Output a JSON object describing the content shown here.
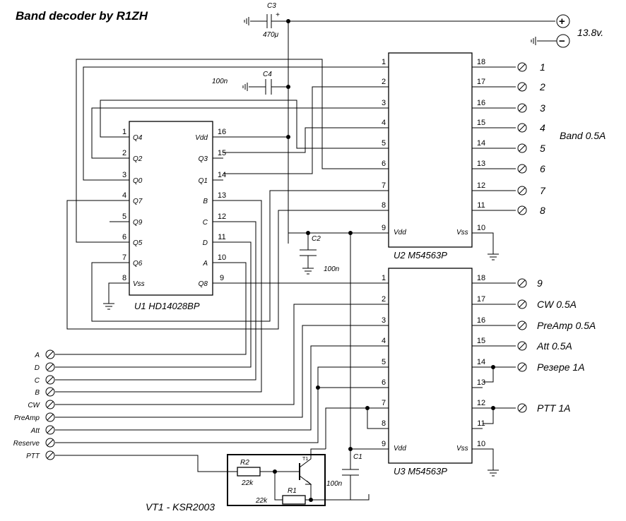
{
  "title": "Band decoder by R1ZH",
  "power": {
    "plus": "+",
    "minus": "−",
    "voltage": "13.8v."
  },
  "band_label": "Band  0.5A",
  "u1": {
    "label": "U1  HD14028BP",
    "left_pins": [
      {
        "num": "1",
        "name": "Q4"
      },
      {
        "num": "2",
        "name": "Q2"
      },
      {
        "num": "3",
        "name": "Q0"
      },
      {
        "num": "4",
        "name": "Q7"
      },
      {
        "num": "5",
        "name": "Q9"
      },
      {
        "num": "6",
        "name": "Q5"
      },
      {
        "num": "7",
        "name": "Q6"
      },
      {
        "num": "8",
        "name": "Vss"
      }
    ],
    "right_pins": [
      {
        "num": "16",
        "name": "Vdd"
      },
      {
        "num": "15",
        "name": "Q3"
      },
      {
        "num": "14",
        "name": "Q1"
      },
      {
        "num": "13",
        "name": "B"
      },
      {
        "num": "12",
        "name": "C"
      },
      {
        "num": "11",
        "name": "D"
      },
      {
        "num": "10",
        "name": "A"
      },
      {
        "num": "9",
        "name": "Q8"
      }
    ]
  },
  "u2": {
    "label": "U2  M54563P",
    "left_pins": [
      "1",
      "2",
      "3",
      "4",
      "5",
      "6",
      "7",
      "8",
      "9"
    ],
    "right_pins": [
      "18",
      "17",
      "16",
      "15",
      "14",
      "13",
      "12",
      "11",
      "10"
    ],
    "vdd": "Vdd",
    "vss": "Vss"
  },
  "u3": {
    "label": "U3  M54563P",
    "left_pins": [
      "1",
      "2",
      "3",
      "4",
      "5",
      "6",
      "7",
      "8",
      "9"
    ],
    "right_pins": [
      "18",
      "17",
      "16",
      "15",
      "14",
      "13",
      "12",
      "11",
      "10"
    ],
    "vdd": "Vdd",
    "vss": "Vss"
  },
  "band_outputs": [
    "1",
    "2",
    "3",
    "4",
    "5",
    "6",
    "7",
    "8"
  ],
  "u3_outputs": {
    "o9": "9",
    "cw": "CW 0.5A",
    "preamp": "PreAmp 0.5A",
    "att": "Att 0.5A",
    "reserve": "Резере 1A",
    "ptt": "PTT 1A"
  },
  "inputs": [
    "A",
    "D",
    "C",
    "B",
    "CW",
    "PreAmp",
    "Att",
    "Reserve",
    "PTT"
  ],
  "caps": {
    "c3": {
      "name": "C3",
      "value": "470μ",
      "polarity": "+"
    },
    "c4": {
      "name": "C4",
      "value": "100n"
    },
    "c2": {
      "name": "C2",
      "value": "100n"
    },
    "c1": {
      "name": "C1",
      "value": "100n"
    }
  },
  "transistor": {
    "name": "T1",
    "part": "VT1 - KSR2003"
  },
  "resistors": {
    "r1": {
      "name": "R1",
      "value": "22k"
    },
    "r2": {
      "name": "R2",
      "value": "22k"
    }
  }
}
